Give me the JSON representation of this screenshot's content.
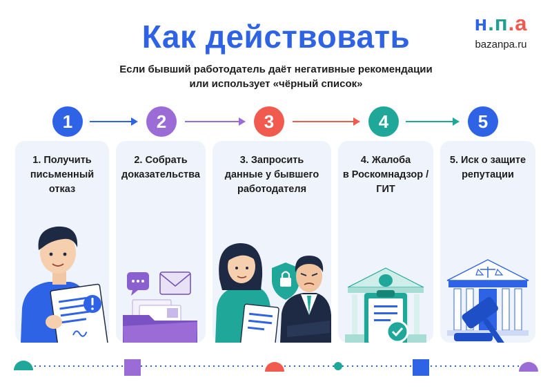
{
  "header": {
    "title": "Как действовать",
    "subtitle_line1": "Если бывший работодатель даёт негативные рекомендации",
    "subtitle_line2": "или использует «чёрный список»"
  },
  "logo": {
    "mark_parts": [
      "н",
      ".п",
      ".а"
    ],
    "site": "bazanpa.ru"
  },
  "steps": [
    {
      "number": "1",
      "label_lines": [
        "1. Получить",
        "письменный",
        "отказ"
      ],
      "color": "#2f63e6",
      "icon": "person-with-document-icon"
    },
    {
      "number": "2",
      "label_lines": [
        "2. Собрать",
        "доказательства"
      ],
      "color": "#9b6cd6",
      "icon": "evidence-folder-icon"
    },
    {
      "number": "3",
      "label_lines": [
        "3. Запросить",
        "данные у бывшего",
        "работодателя"
      ],
      "color": "#f05a4f",
      "icon": "data-request-icon"
    },
    {
      "number": "4",
      "label_lines": [
        "4. Жалоба",
        "в Роскомнадзор /",
        "ГИТ"
      ],
      "color": "#1fa89a",
      "icon": "complaint-clipboard-icon"
    },
    {
      "number": "5",
      "label_lines": [
        "5. Иск о защите",
        "репутации"
      ],
      "color": "#2f63e6",
      "icon": "court-gavel-icon"
    }
  ],
  "colors": {
    "blue": "#2f63e6",
    "purple": "#9b6cd6",
    "coral": "#f05a4f",
    "teal": "#1fa89a",
    "card_bg": "#eff3fb"
  }
}
